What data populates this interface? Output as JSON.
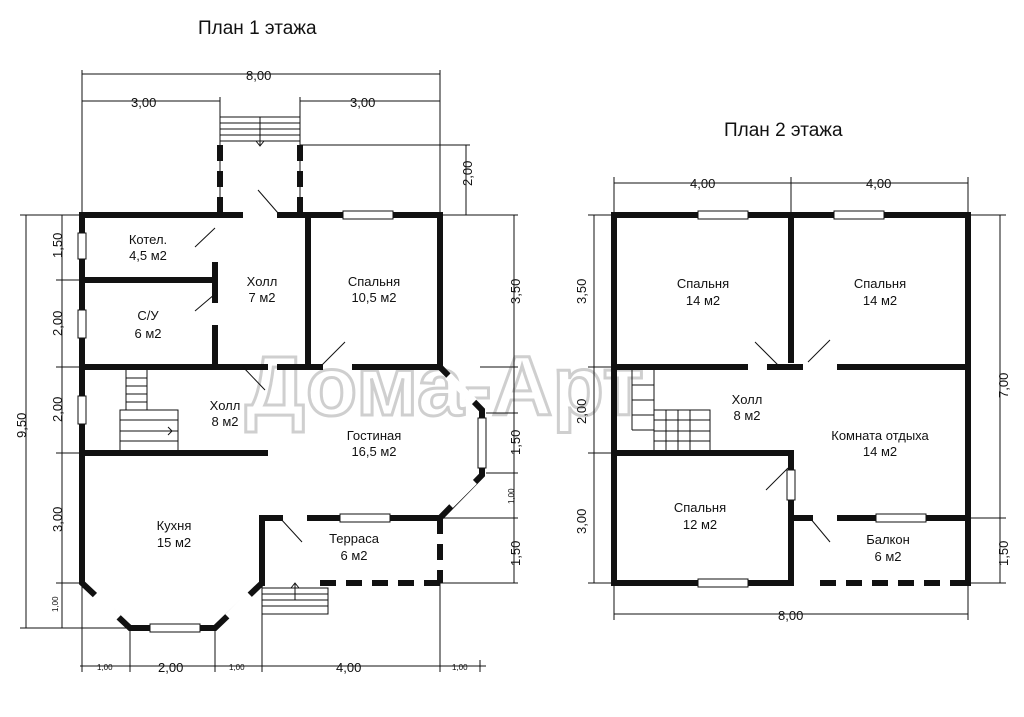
{
  "watermark": "Дома-Арт",
  "plan1": {
    "title": "План 1 этажа",
    "rooms": [
      {
        "name": "Котел.",
        "area": "4,5 м2"
      },
      {
        "name": "Холл",
        "area": "7 м2"
      },
      {
        "name": "Спальня",
        "area": "10,5 м2"
      },
      {
        "name": "С/У",
        "area": "6 м2"
      },
      {
        "name": "Холл",
        "area": "8 м2"
      },
      {
        "name": "Гостиная",
        "area": "16,5 м2"
      },
      {
        "name": "Кухня",
        "area": "15 м2"
      },
      {
        "name": "Терраса",
        "area": "6 м2"
      }
    ],
    "dims": {
      "top_total": "8,00",
      "top_left": "3,00",
      "top_right": "3,00",
      "porch": "2,00",
      "left": [
        "1,50",
        "2,00",
        "2,00",
        "3,00",
        "1,00"
      ],
      "left_total": "9,50",
      "right": [
        "3,50",
        "1,50",
        "1,00",
        "1,50"
      ],
      "bottom": [
        "1,00",
        "2,00",
        "1,00",
        "4,00",
        "1,00"
      ]
    }
  },
  "plan2": {
    "title": "План 2 этажа",
    "rooms": [
      {
        "name": "Спальня",
        "area": "14 м2"
      },
      {
        "name": "Спальня",
        "area": "14 м2"
      },
      {
        "name": "Холл",
        "area": "8 м2"
      },
      {
        "name": "Комната отдыха",
        "area": "14 м2"
      },
      {
        "name": "Спальня",
        "area": "12 м2"
      },
      {
        "name": "Балкон",
        "area": "6 м2"
      }
    ],
    "dims": {
      "top": [
        "4,00",
        "4,00"
      ],
      "left": [
        "3,50",
        "2,00",
        "3,00"
      ],
      "right_total": "7,00",
      "right_bottom": "1,50",
      "bottom_total": "8,00"
    }
  }
}
